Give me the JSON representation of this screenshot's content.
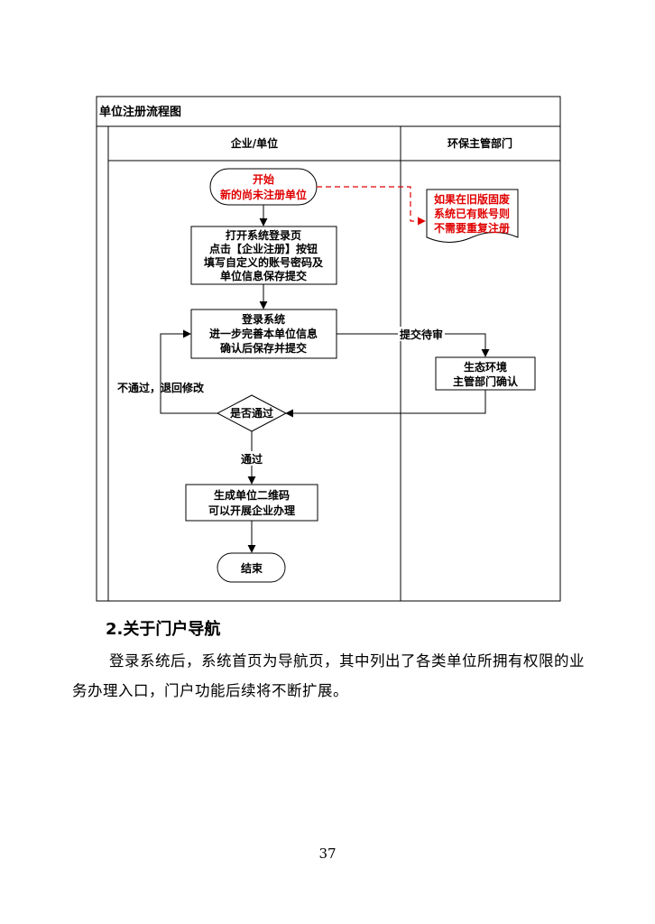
{
  "flowchart": {
    "title": "单位注册流程图",
    "lanes": {
      "left": "企业/单位",
      "right": "环保主管部门"
    },
    "start": {
      "line1": "开始",
      "line2": "新的尚未注册单位"
    },
    "note": {
      "line1": "如果在旧版固废",
      "line2": "系统已有账号则",
      "line3": "不需要重复注册"
    },
    "step1": {
      "line1": "打开系统登录页",
      "line2": "点击【企业注册】按钮",
      "line3": "填写自定义的账号密码及",
      "line4": "单位信息保存提交"
    },
    "step2": {
      "line1": "登录系统",
      "line2": "进一步完善本单位信息",
      "line3": "确认后保存并提交"
    },
    "submit_label": "提交待审",
    "review": {
      "line1": "生态环境",
      "line2": "主管部门确认"
    },
    "decision": "是否通过",
    "reject_label": "不通过，退回修改",
    "pass_label": "通过",
    "step3": {
      "line1": "生成单位二维码",
      "line2": "可以开展企业办理"
    },
    "end": "结束",
    "colors": {
      "line": "#000000",
      "accent_red": "#e00000"
    }
  },
  "section": {
    "heading": "2.关于门户导航",
    "paragraph": "登录系统后，系统首页为导航页，其中列出了各类单位所拥有权限的业务办理入口，门户功能后续将不断扩展。"
  },
  "page_number": "37"
}
